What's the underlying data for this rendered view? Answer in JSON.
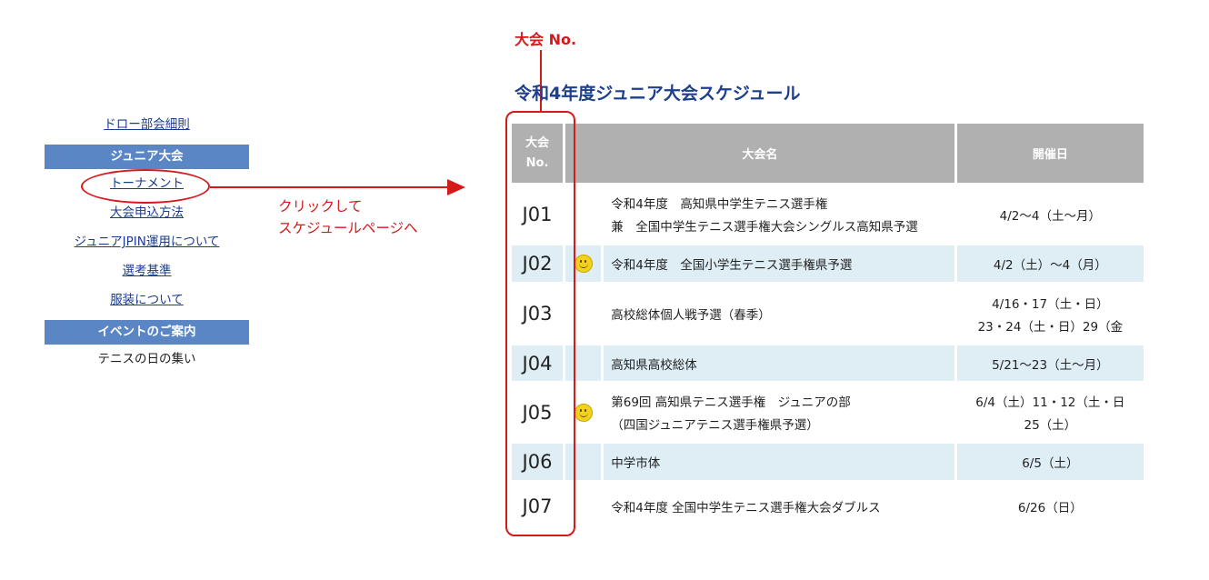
{
  "sidebar": {
    "links_top": [
      "ドロー部会細則"
    ],
    "header_junior": "ジュニア大会",
    "links_junior": [
      "トーナメント",
      "大会申込方法",
      "ジュニアJPIN運用について",
      "選考基準",
      "服装について"
    ],
    "header_event": "イベントのご案内",
    "event_item": "テニスの日の集い"
  },
  "annotations": {
    "callout_line1": "クリックして",
    "callout_line2": "スケジュールページへ",
    "column_label": "大会 No."
  },
  "schedule": {
    "title": "令和4年度ジュニア大会スケジュール",
    "headers": {
      "no_line1": "大会",
      "no_line2": "No.",
      "name": "大会名",
      "date": "開催日"
    },
    "rows": [
      {
        "no": "J01",
        "icon": "",
        "name1": "令和4年度　高知県中学生テニス選手権",
        "name2": "兼　全国中学生テニス選手権大会シングルス高知県予選",
        "date1": "4/2〜4（土〜月）",
        "date2": ""
      },
      {
        "no": "J02",
        "icon": "smiley-icon",
        "name1": "令和4年度　全国小学生テニス選手権県予選",
        "name2": "",
        "date1": "4/2（土）〜4（月）",
        "date2": ""
      },
      {
        "no": "J03",
        "icon": "",
        "name1": "高校総体個人戦予選（春季）",
        "name2": "",
        "date1": "4/16・17（土・日）",
        "date2": "23・24（土・日）29（金"
      },
      {
        "no": "J04",
        "icon": "",
        "name1": "高知県高校総体",
        "name2": "",
        "date1": "5/21〜23（土〜月）",
        "date2": ""
      },
      {
        "no": "J05",
        "icon": "smiley-icon",
        "name1": "第69回 高知県テニス選手権　ジュニアの部",
        "name2": "（四国ジュニアテニス選手権県予選）",
        "date1": "6/4（土）11・12（土・日",
        "date2": "25（土）"
      },
      {
        "no": "J06",
        "icon": "",
        "name1": "中学市体",
        "name2": "",
        "date1": "6/5（土）",
        "date2": ""
      },
      {
        "no": "J07",
        "icon": "",
        "name1": "令和4年度 全国中学生テニス選手権大会ダブルス",
        "name2": "",
        "date1": "6/26（日）",
        "date2": ""
      }
    ]
  },
  "colors": {
    "accent_red": "#d61a1a",
    "header_blue": "#5b86c6",
    "title_blue": "#1e3f8c",
    "row_alt": "#dfeef5",
    "th_gray": "#b0b0b0"
  }
}
